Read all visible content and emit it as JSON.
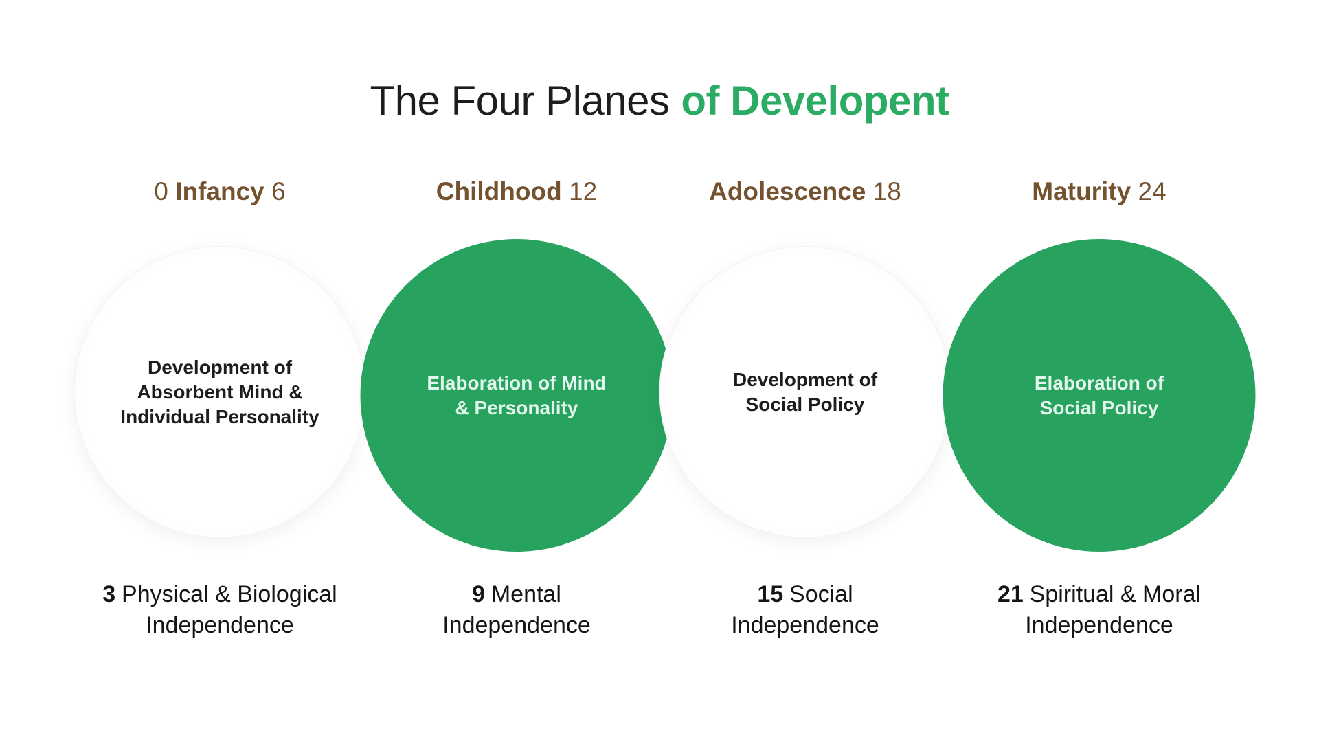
{
  "title": {
    "prefix": "The Four Planes",
    "highlight": "of Developent"
  },
  "colors": {
    "green": "#27A35F",
    "title_green": "#2BAB63",
    "brown": "#75522F",
    "text_dark": "#1D1D1B",
    "circle_green_text": "#E3F6EC"
  },
  "planes": [
    {
      "stage": "Infancy",
      "age_prefix": "0",
      "age_suffix": "6",
      "circle_variant": "light",
      "circle_lines": [
        "Development of",
        "Absorbent Mind &",
        "Individual Personality"
      ],
      "milestone": {
        "age": "3",
        "label_line1": "Physical & Biological",
        "label_line2": "Independence"
      }
    },
    {
      "stage": "Childhood",
      "age_prefix": "",
      "age_suffix": "12",
      "circle_variant": "green",
      "circle_lines": [
        "Elaboration of Mind",
        "& Personality"
      ],
      "milestone": {
        "age": "9",
        "label_line1": "Mental",
        "label_line2": "Independence"
      }
    },
    {
      "stage": "Adolescence",
      "age_prefix": "",
      "age_suffix": "18",
      "circle_variant": "light",
      "circle_lines": [
        "Development of",
        "Social Policy"
      ],
      "milestone": {
        "age": "15",
        "label_line1": "Social",
        "label_line2": "Independence"
      }
    },
    {
      "stage": "Maturity",
      "age_prefix": "",
      "age_suffix": "24",
      "circle_variant": "green",
      "circle_lines": [
        "Elaboration of",
        "Social Policy"
      ],
      "milestone": {
        "age": "21",
        "label_line1": "Spiritual & Moral",
        "label_line2": "Independence"
      }
    }
  ]
}
